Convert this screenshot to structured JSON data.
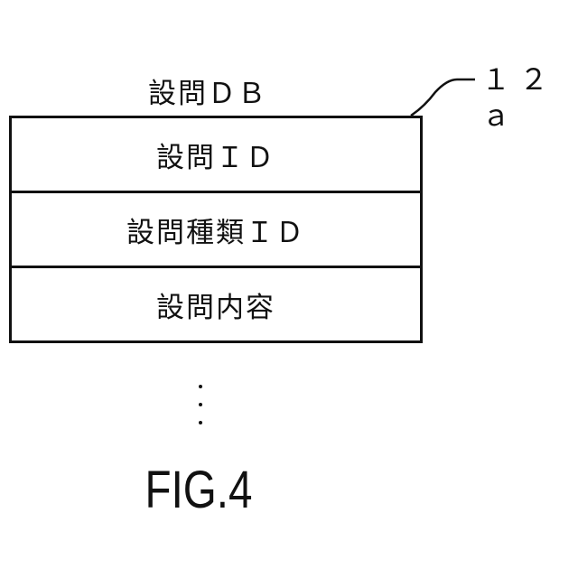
{
  "diagram": {
    "title": "設問ＤＢ",
    "reference_label": "１２ａ",
    "fields": [
      {
        "label": "設問ＩＤ"
      },
      {
        "label": "設問種類ＩＤ"
      },
      {
        "label": "設問内容"
      }
    ],
    "continuation": "⋮",
    "figure_label": "FIG.4"
  }
}
